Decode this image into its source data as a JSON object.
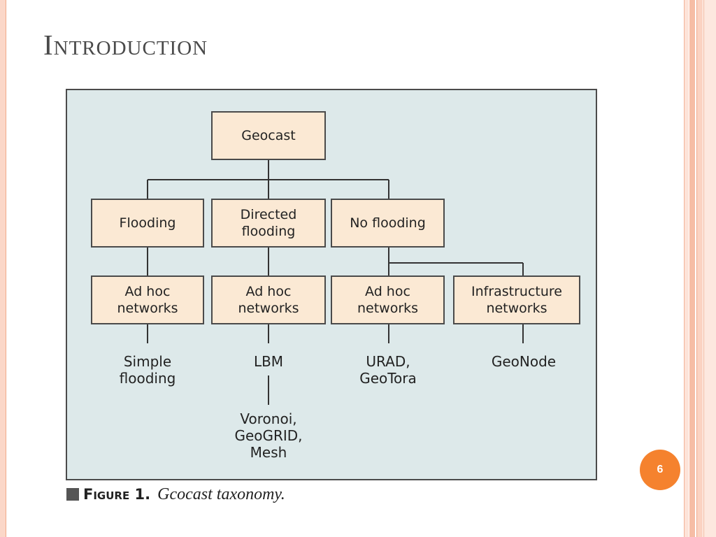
{
  "slide": {
    "title": "Introduction",
    "page_number": "6"
  },
  "figure": {
    "caption_label": "Figure 1.",
    "caption_text": "Gcocast taxonomy.",
    "root": "Geocast",
    "categories": [
      "Flooding",
      "Directed\nflooding",
      "No flooding"
    ],
    "network_types": [
      "Ad hoc\nnetworks",
      "Ad hoc\nnetworks",
      "Ad hoc\nnetworks",
      "Infrastructure\nnetworks"
    ],
    "protocols": [
      "Simple\nflooding",
      "LBM",
      "URAD,\nGeoTora",
      "GeoNode"
    ],
    "sub_protocol": "Voronoi,\nGeoGRID,\nMesh"
  },
  "colors": {
    "panel_background": "#dde9ea",
    "node_fill": "#fbe9d4",
    "badge": "#f5822e"
  }
}
